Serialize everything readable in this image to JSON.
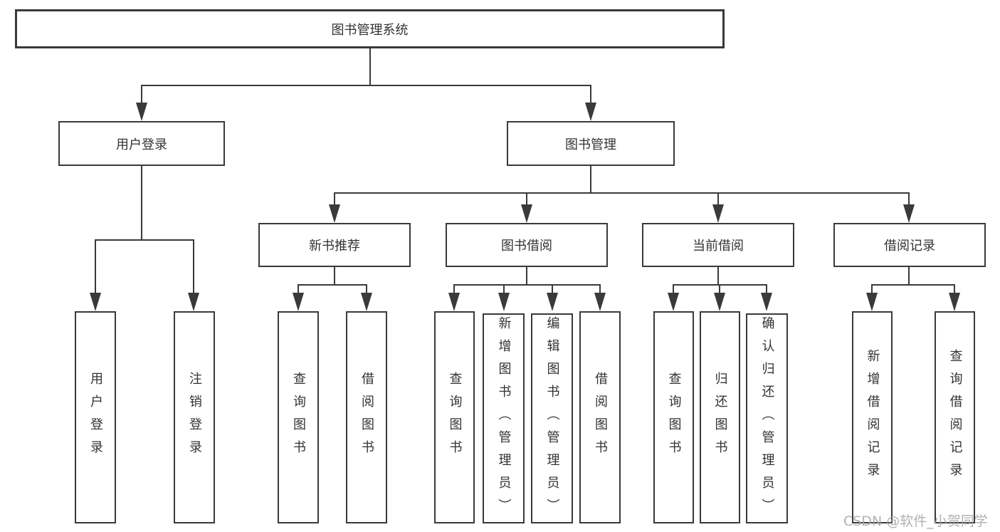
{
  "diagram": {
    "title": "图书管理系统",
    "colors": {
      "line": "#3a3a3a",
      "box_border": "#3a3a3a",
      "text": "#333333",
      "background": "#ffffff",
      "watermark": "#a8a8a8"
    },
    "nodes": {
      "root": {
        "label": "图书管理系统"
      },
      "user_login": {
        "label": "用户登录"
      },
      "book_mgmt": {
        "label": "图书管理"
      },
      "new_book_rec": {
        "label": "新书推荐"
      },
      "book_borrow": {
        "label": "图书借阅"
      },
      "current_borrow": {
        "label": "当前借阅"
      },
      "borrow_records": {
        "label": "借阅记录"
      },
      "leaf_user_login": {
        "label": "用户登录"
      },
      "leaf_logout": {
        "label": "注销登录"
      },
      "leaf_nbr_query": {
        "label": "查询图书"
      },
      "leaf_nbr_borrow": {
        "label": "借阅图书"
      },
      "leaf_bb_query": {
        "label": "查询图书"
      },
      "leaf_bb_add": {
        "label": "新增图书（管理员）"
      },
      "leaf_bb_edit": {
        "label": "编辑图书（管理员）"
      },
      "leaf_bb_borrow": {
        "label": "借阅图书"
      },
      "leaf_cb_query": {
        "label": "查询图书"
      },
      "leaf_cb_return": {
        "label": "归还图书"
      },
      "leaf_cb_confirm": {
        "label": "确认归还（管理员）"
      },
      "leaf_br_add": {
        "label": "新增借阅记录"
      },
      "leaf_br_query": {
        "label": "查询借阅记录"
      }
    },
    "watermark": {
      "text": "CSDN @软件_小贺同学"
    }
  }
}
